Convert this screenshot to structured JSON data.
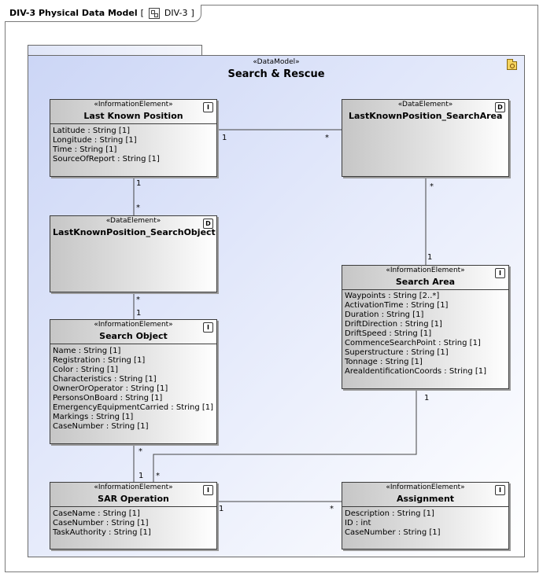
{
  "frame": {
    "title": "DIV-3 Physical Data Model",
    "open_bracket": "[",
    "diagram_ref": "DIV-3",
    "close_bracket": "]"
  },
  "package": {
    "stereotype": "«DataModel»",
    "name": "Search & Rescue"
  },
  "elements": {
    "lkp": {
      "stereotype": "«InformationElement»",
      "name": "Last Known Position",
      "badge": "I",
      "attributes": [
        {
          "name": "Latitude",
          "type": " : String [1]"
        },
        {
          "name": "Longitude",
          "type": " : String [1]"
        },
        {
          "name": "Time",
          "type": " : String [1]"
        },
        {
          "name": "SourceOfReport",
          "type": " : String [1]"
        }
      ]
    },
    "lkp_sa": {
      "stereotype": "«DataElement»",
      "name": "LastKnownPosition_SearchArea",
      "badge": "D"
    },
    "lkp_so": {
      "stereotype": "«DataElement»",
      "name": "LastKnownPosition_SearchObject",
      "badge": "D"
    },
    "search_area": {
      "stereotype": "«InformationElement»",
      "name": "Search Area",
      "badge": "I",
      "attributes": [
        {
          "name": "Waypoints",
          "type": " : String [2..*]"
        },
        {
          "name": "ActivationTime",
          "type": " : String [1]"
        },
        {
          "name": "Duration",
          "type": " : String [1]"
        },
        {
          "name": "DriftDirection",
          "type": " : String [1]"
        },
        {
          "name": "DriftSpeed",
          "type": " : String [1]"
        },
        {
          "name": "CommenceSearchPoint",
          "type": " : String [1]"
        },
        {
          "name": "Superstructure",
          "type": " : String [1]"
        },
        {
          "name": "Tonnage",
          "type": " : String [1]"
        },
        {
          "name": "ArealdentificationCoords",
          "type": " : String [1]"
        }
      ]
    },
    "search_object": {
      "stereotype": "«InformationElement»",
      "name": "Search Object",
      "badge": "I",
      "attributes": [
        {
          "name": "Name",
          "type": " : String [1]"
        },
        {
          "name": "Registration",
          "type": " : String [1]"
        },
        {
          "name": "Color",
          "type": " : String [1]"
        },
        {
          "name": "Characteristics",
          "type": " : String [1]"
        },
        {
          "name": "OwnerOrOperator",
          "type": " : String [1]"
        },
        {
          "name": "PersonsOnBoard",
          "type": " : String [1]"
        },
        {
          "name": "EmergencyEquipmentCarried",
          "type": " : String [1]"
        },
        {
          "name": "Markings",
          "type": " : String [1]"
        },
        {
          "name": "CaseNumber",
          "type": " : String [1]"
        }
      ]
    },
    "sar_op": {
      "stereotype": "«InformationElement»",
      "name": "SAR Operation",
      "badge": "I",
      "attributes": [
        {
          "name": "CaseName",
          "type": " : String [1]"
        },
        {
          "name": "CaseNumber",
          "type": " : String [1]"
        },
        {
          "name": "TaskAuthority",
          "type": " : String [1]"
        }
      ]
    },
    "assignment": {
      "stereotype": "«InformationElement»",
      "name": "Assignment",
      "badge": "I",
      "attributes": [
        {
          "name": "Description",
          "type": " : String [1]"
        },
        {
          "name": "ID",
          "type": " : int"
        },
        {
          "name": "CaseNumber",
          "type": " : String [1]"
        }
      ]
    }
  },
  "multiplicities": {
    "lkp_to_lkpsa_a": "1",
    "lkp_to_lkpsa_b": "*",
    "lkpsa_to_sa_a": "*",
    "lkpsa_to_sa_b": "1",
    "lkp_to_lkpso_a": "1",
    "lkp_to_lkpso_b": "*",
    "lkpso_to_so_a": "*",
    "lkpso_to_so_b": "1",
    "so_to_sar_a": "*",
    "so_to_sar_b": "1",
    "sa_to_sar_a": "1",
    "sa_to_sar_b": "*",
    "sar_to_asg_a": "1",
    "sar_to_asg_b": "*"
  }
}
